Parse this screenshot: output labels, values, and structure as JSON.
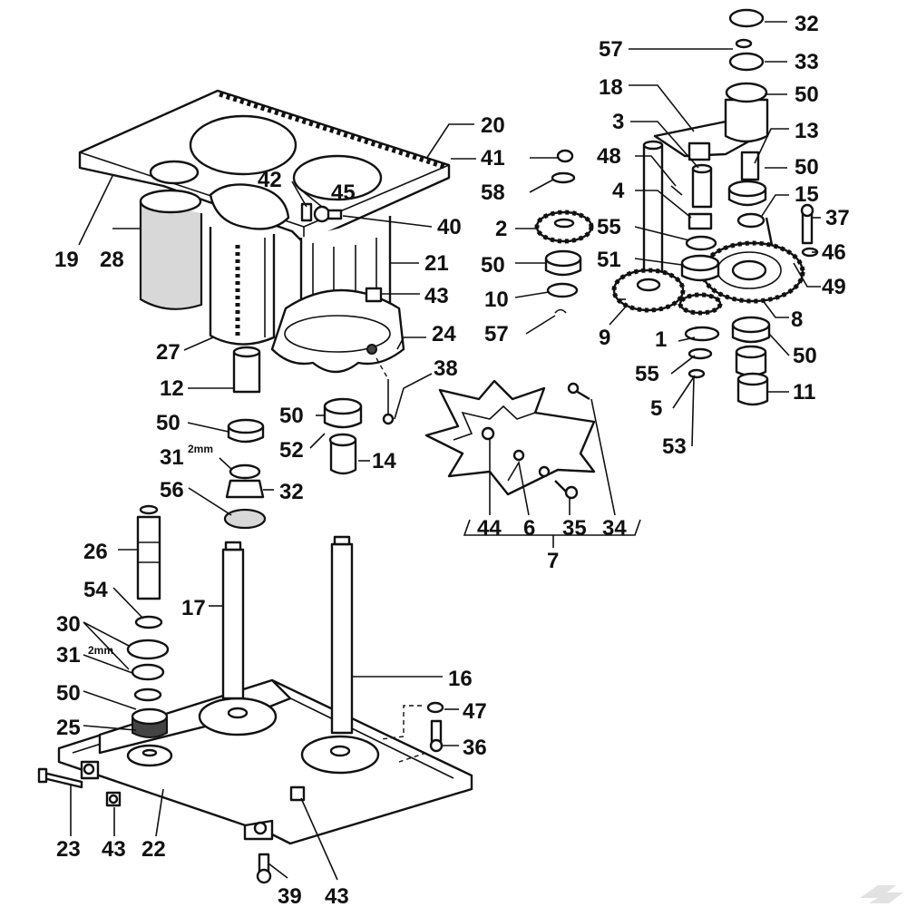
{
  "labels": [
    {
      "id": "32a",
      "text": "32"
    },
    {
      "id": "57a",
      "text": "57"
    },
    {
      "id": "33",
      "text": "33"
    },
    {
      "id": "18",
      "text": "18"
    },
    {
      "id": "50a",
      "text": "50"
    },
    {
      "id": "3",
      "text": "3"
    },
    {
      "id": "13",
      "text": "13"
    },
    {
      "id": "41",
      "text": "41"
    },
    {
      "id": "48",
      "text": "48"
    },
    {
      "id": "50b",
      "text": "50"
    },
    {
      "id": "20",
      "text": "20"
    },
    {
      "id": "58",
      "text": "58"
    },
    {
      "id": "4",
      "text": "4"
    },
    {
      "id": "15",
      "text": "15"
    },
    {
      "id": "37",
      "text": "37"
    },
    {
      "id": "42",
      "text": "42"
    },
    {
      "id": "45",
      "text": "45"
    },
    {
      "id": "40",
      "text": "40"
    },
    {
      "id": "2",
      "text": "2"
    },
    {
      "id": "55a",
      "text": "55"
    },
    {
      "id": "46",
      "text": "46"
    },
    {
      "id": "19",
      "text": "19"
    },
    {
      "id": "28",
      "text": "28"
    },
    {
      "id": "21",
      "text": "21"
    },
    {
      "id": "50c",
      "text": "50"
    },
    {
      "id": "51",
      "text": "51"
    },
    {
      "id": "49",
      "text": "49"
    },
    {
      "id": "10",
      "text": "10"
    },
    {
      "id": "43a",
      "text": "43"
    },
    {
      "id": "8",
      "text": "8"
    },
    {
      "id": "27",
      "text": "27"
    },
    {
      "id": "24",
      "text": "24"
    },
    {
      "id": "57b",
      "text": "57"
    },
    {
      "id": "9",
      "text": "9"
    },
    {
      "id": "1",
      "text": "1"
    },
    {
      "id": "50d",
      "text": "50"
    },
    {
      "id": "38",
      "text": "38"
    },
    {
      "id": "12",
      "text": "12"
    },
    {
      "id": "55b",
      "text": "55"
    },
    {
      "id": "11",
      "text": "11"
    },
    {
      "id": "50e",
      "text": "50"
    },
    {
      "id": "5",
      "text": "5"
    },
    {
      "id": "50f",
      "text": "50"
    },
    {
      "id": "53",
      "text": "53"
    },
    {
      "id": "52",
      "text": "52"
    },
    {
      "id": "14",
      "text": "14"
    },
    {
      "id": "31a",
      "text": "31"
    },
    {
      "id": "32b",
      "text": "32"
    },
    {
      "id": "56",
      "text": "56"
    },
    {
      "id": "44",
      "text": "44"
    },
    {
      "id": "6",
      "text": "6"
    },
    {
      "id": "35",
      "text": "35"
    },
    {
      "id": "34",
      "text": "34"
    },
    {
      "id": "7",
      "text": "7"
    },
    {
      "id": "26",
      "text": "26"
    },
    {
      "id": "54",
      "text": "54"
    },
    {
      "id": "17",
      "text": "17"
    },
    {
      "id": "30",
      "text": "30"
    },
    {
      "id": "31b",
      "text": "31"
    },
    {
      "id": "16",
      "text": "16"
    },
    {
      "id": "50g",
      "text": "50"
    },
    {
      "id": "47",
      "text": "47"
    },
    {
      "id": "25",
      "text": "25"
    },
    {
      "id": "36",
      "text": "36"
    },
    {
      "id": "23",
      "text": "23"
    },
    {
      "id": "43b",
      "text": "43"
    },
    {
      "id": "22",
      "text": "22"
    },
    {
      "id": "39",
      "text": "39"
    },
    {
      "id": "43c",
      "text": "43"
    }
  ],
  "notes": [
    {
      "id": "n31a",
      "text": "2mm"
    },
    {
      "id": "n31b",
      "text": "2mm"
    }
  ],
  "watermark": "K"
}
